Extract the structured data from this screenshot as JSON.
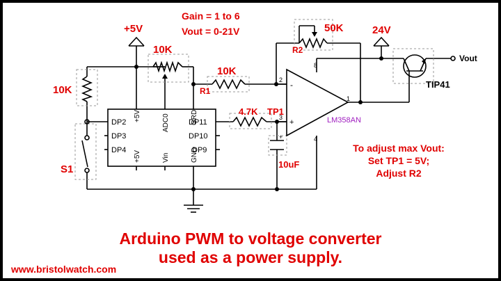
{
  "labels": {
    "gain": "Gain = 1 to 6",
    "vout_range": "Vout = 0-21V",
    "plus5v": "+5V",
    "r10k_pot": "10K",
    "r10k_left": "10K",
    "r10k_r1": "10K",
    "r1": "R1",
    "r47k": "4.7K",
    "tp1": "TP1",
    "c10uf": "10uF",
    "r50k": "50K",
    "r2": "R2",
    "v24": "24V",
    "vout": "Vout",
    "tip41": "TIP41",
    "s1": "S1",
    "opamp": "LM358AN",
    "pin8": "8",
    "pin2": "2",
    "pin3": "3",
    "pin1": "1",
    "pin4": "4",
    "minus": "-",
    "plus": "+"
  },
  "arduino_pins": {
    "dp2": "DP2",
    "dp3": "DP3",
    "dp4": "DP4",
    "p5v_top": "+5V",
    "adc0": "ADC0",
    "grd": "GRD",
    "p5v_bot": "+5V",
    "vin": "Vin",
    "gnd": "GND",
    "dp11": "DP11",
    "dp10": "DP10",
    "dp9": "DP9"
  },
  "note": {
    "line1": "To adjust max Vout:",
    "line2": "Set TP1 = 5V;",
    "line3": "Adjust R2"
  },
  "caption": {
    "line1": "Arduino PWM to voltage converter",
    "line2": "used as a power supply."
  },
  "footer": {
    "url": "www.bristolwatch.com"
  },
  "colors": {
    "frame": "#000000",
    "paper": "#ffffff",
    "label_red": "#e00000",
    "opamp_label": "#a020c0"
  }
}
